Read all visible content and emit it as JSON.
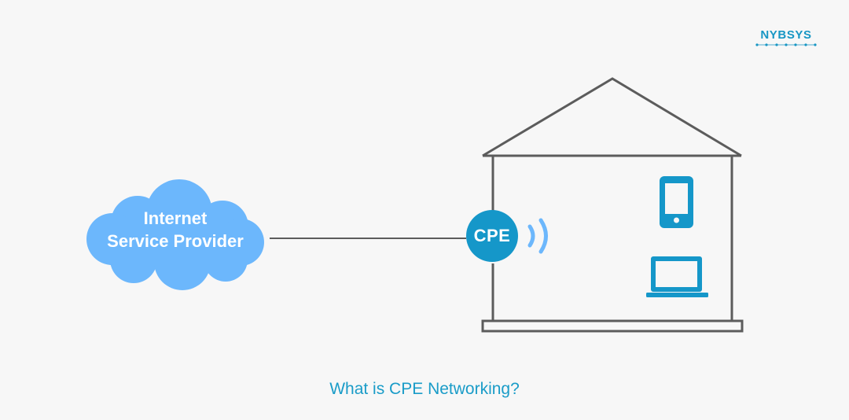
{
  "brand": {
    "name": "NYBSYS",
    "color": "#1796c4"
  },
  "cloud": {
    "label_line1": "Internet",
    "label_line2": "Service Provider",
    "color": "#6cb7fc"
  },
  "cpe": {
    "label": "CPE",
    "color": "#1597c9"
  },
  "house": {
    "outline_color": "#5c5c5c",
    "device_icons": [
      "smartphone-icon",
      "laptop-icon"
    ],
    "device_color": "#1597c9"
  },
  "signal": {
    "icon": "wifi-signal-icon",
    "color": "#6cb7fc"
  },
  "caption": {
    "text": "What is CPE Networking?",
    "color": "#1a9cc8"
  },
  "background": "#f7f7f7"
}
